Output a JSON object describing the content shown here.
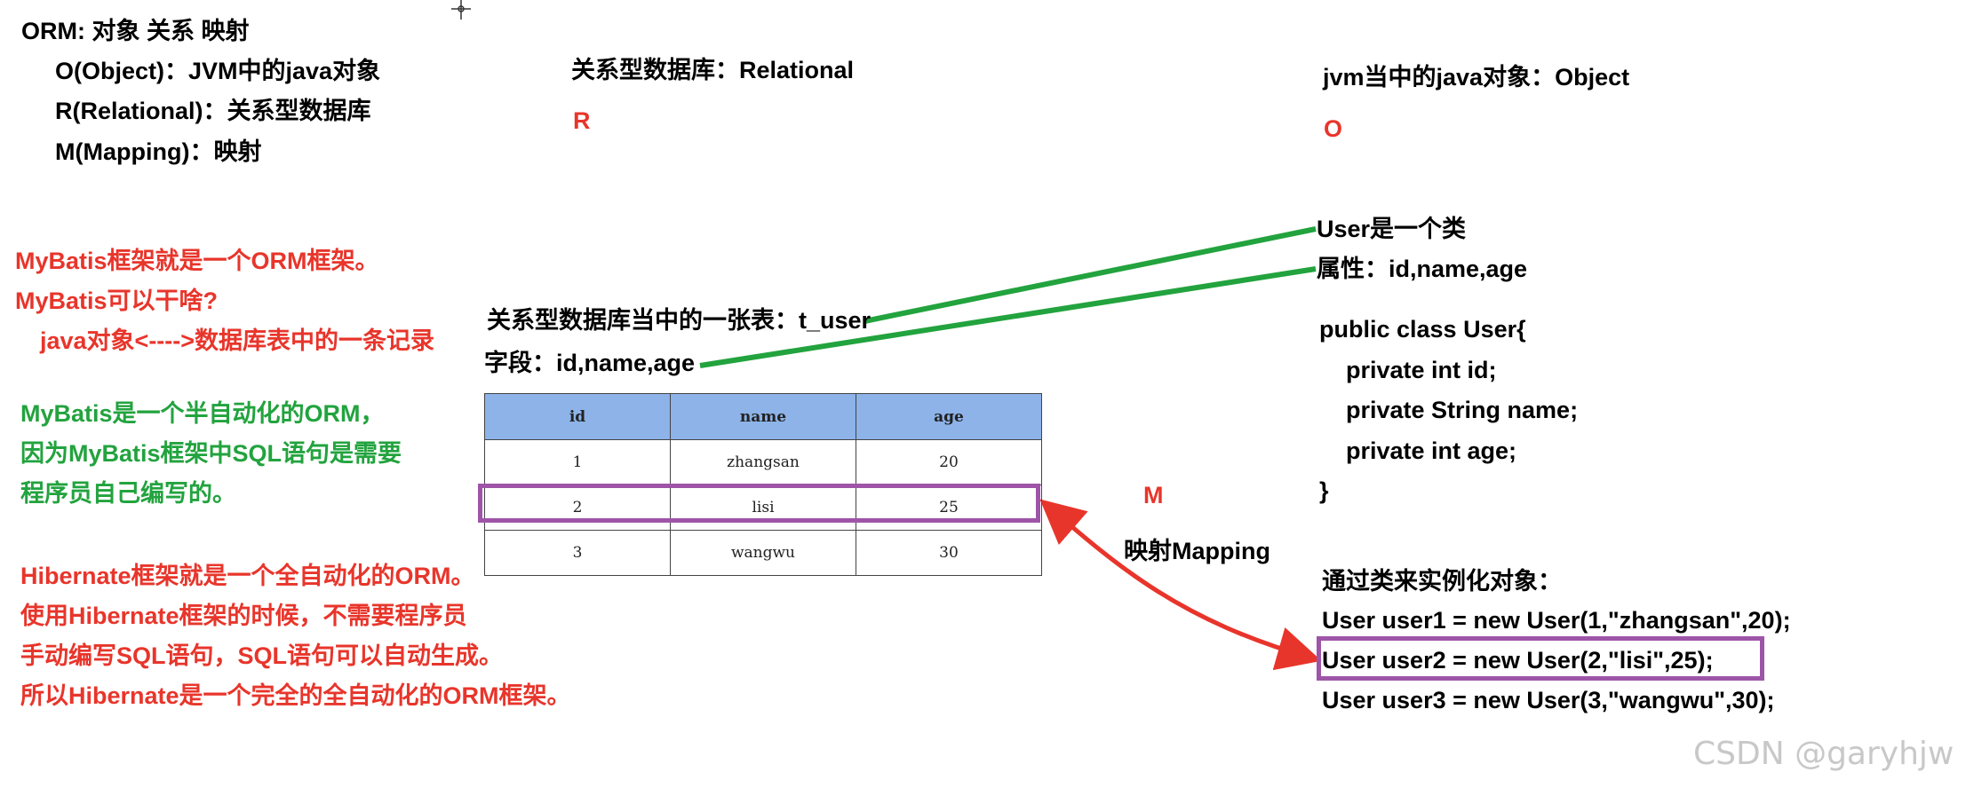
{
  "heading": {
    "title": "ORM: 对象 关系 映射",
    "o_line": "O(Object)：JVM中的java对象",
    "r_line": "R(Relational)：关系型数据库",
    "m_line": "M(Mapping)：映射"
  },
  "relational": {
    "label": "关系型数据库：Relational",
    "letter": "R"
  },
  "object": {
    "label": "jvm当中的java对象：Object",
    "letter": "O"
  },
  "mybatis_orm": {
    "line1": "MyBatis框架就是一个ORM框架。",
    "line2": "MyBatis可以干啥?",
    "line3": "java对象<---->数据库表中的一条记录"
  },
  "mybatis_semi": {
    "line1": "MyBatis是一个半自动化的ORM，",
    "line2": "因为MyBatis框架中SQL语句是需要",
    "line3": "程序员自己编写的。"
  },
  "hibernate": {
    "line1": "Hibernate框架就是一个全自动化的ORM。",
    "line2": "使用Hibernate框架的时候，不需要程序员",
    "line3": "手动编写SQL语句，SQL语句可以自动生成。",
    "line4": "所以Hibernate是一个完全的全自动化的ORM框架。"
  },
  "db_table": {
    "caption": "关系型数据库当中的一张表：t_user",
    "fields": "字段：id,name,age",
    "columns": [
      "id",
      "name",
      "age"
    ],
    "rows": [
      [
        "1",
        "zhangsan",
        "20"
      ],
      [
        "2",
        "lisi",
        "25"
      ],
      [
        "3",
        "wangwu",
        "30"
      ]
    ]
  },
  "java_class": {
    "title": "User是一个类",
    "attrs": "属性：id,name,age",
    "code": [
      "public class User{",
      "private int id;",
      "private String name;",
      "private int age;",
      "}"
    ]
  },
  "mapping": {
    "letter": "M",
    "label": "映射Mapping"
  },
  "instances": {
    "title": "通过类来实例化对象：",
    "lines": [
      "User user1 = new User(1,\"zhangsan\",20);",
      "User user2 = new User(2,\"lisi\",25);",
      "User user3 = new User(3,\"wangwu\",30);"
    ]
  },
  "watermark": "CSDN @garyhjw",
  "colors": {
    "red": "#e8352b",
    "green": "#22a33e",
    "purple": "#9e55a8",
    "table_header": "#8db3e8"
  }
}
